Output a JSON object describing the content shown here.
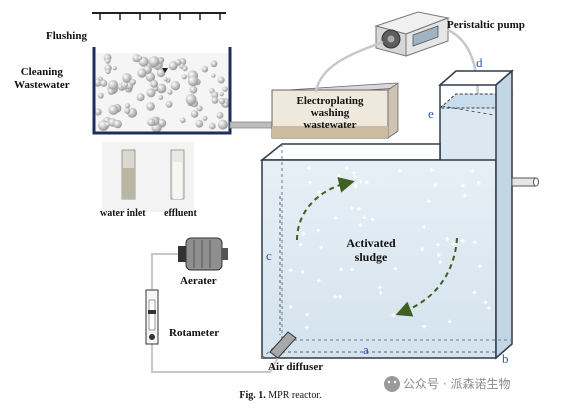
{
  "labels": {
    "flushing": "Flushing",
    "cleaning_wastewater": [
      "Cleaning",
      "Wastewater"
    ],
    "electroplating": [
      "Electroplating",
      "washing",
      "wastewater"
    ],
    "peristaltic_pump": "Peristaltic pump",
    "water_inlet": "water inlet",
    "effluent": "effluent",
    "aerater": "Aerater",
    "rotameter": "Rotameter",
    "air_diffuser": "Air diffuser",
    "activated_sludge": [
      "Activated",
      "sludge"
    ]
  },
  "dims": {
    "a": "a",
    "b": "b",
    "c": "c",
    "d": "d",
    "e": "e"
  },
  "caption": {
    "label": "Fig. 1.",
    "text": "MPR reactor."
  },
  "watermark": "公众号 · 派森诺生物",
  "colors": {
    "water": "#dbe8f1",
    "water_edge": "#2f3a4a",
    "dim_label": "#2a5aa8",
    "arrow": "#3f5f24"
  }
}
